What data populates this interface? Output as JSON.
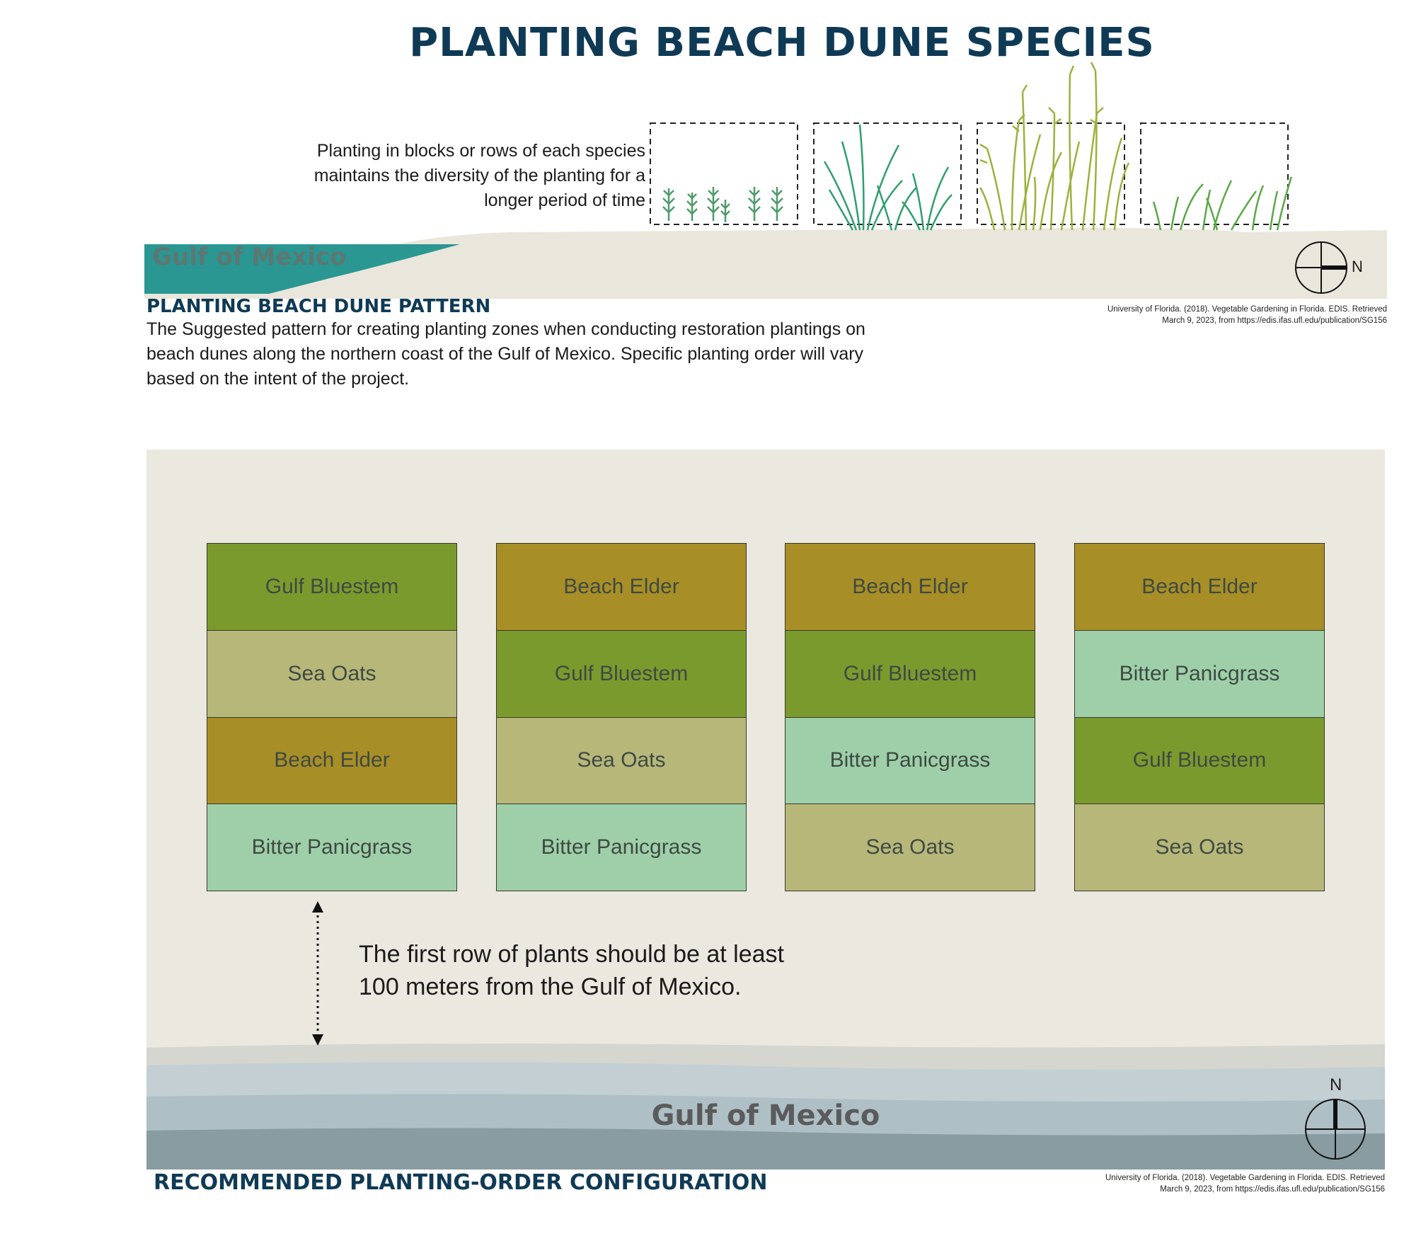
{
  "title": "PLANTING BEACH DUNE SPECIES",
  "profile": {
    "note": "Planting in blocks or rows of each species\nmaintains the diversity of the planting for a\nlonger period of time",
    "water_label": "Gulf of Mexico",
    "compass_label": "N",
    "citation": "University of Florida. (2018). Vegetable Gardening in Florida. EDIS. Retrieved\nMarch 9, 2023, from https://edis.ifas.ufl.edu/publication/SG156",
    "heading": "PLANTING BEACH DUNE PATTERN",
    "description": "The Suggested pattern for creating planting zones when conducting restoration plantings on beach dunes along the northern coast of the Gulf of Mexico. Specific planting order will vary based on the intent of the project."
  },
  "plan": {
    "columns": [
      {
        "cells": [
          {
            "label": "Gulf Bluestem",
            "color": "#7b9a2e"
          },
          {
            "label": "Sea Oats",
            "color": "#b7b77a"
          },
          {
            "label": "Beach Elder",
            "color": "#a88e26"
          },
          {
            "label": "Bitter Panicgrass",
            "color": "#9ecfa9"
          }
        ]
      },
      {
        "cells": [
          {
            "label": "Beach Elder",
            "color": "#a88e26"
          },
          {
            "label": "Gulf Bluestem",
            "color": "#7b9a2e"
          },
          {
            "label": "Sea Oats",
            "color": "#b7b77a"
          },
          {
            "label": "Bitter Panicgrass",
            "color": "#9ecfa9"
          }
        ]
      },
      {
        "cells": [
          {
            "label": "Beach Elder",
            "color": "#a88e26"
          },
          {
            "label": "Gulf Bluestem",
            "color": "#7b9a2e"
          },
          {
            "label": "Bitter Panicgrass",
            "color": "#9ecfa9"
          },
          {
            "label": "Sea Oats",
            "color": "#b7b77a"
          }
        ]
      },
      {
        "cells": [
          {
            "label": "Beach Elder",
            "color": "#a88e26"
          },
          {
            "label": "Bitter Panicgrass",
            "color": "#9ecfa9"
          },
          {
            "label": "Gulf Bluestem",
            "color": "#7b9a2e"
          },
          {
            "label": "Sea Oats",
            "color": "#b7b77a"
          }
        ]
      }
    ],
    "distance_note": "The first row of plants should be at least\n100 meters from the Gulf of Mexico.",
    "water_label": "Gulf of Mexico",
    "compass_label": "N",
    "citation": "University of Florida. (2018). Vegetable Gardening in Florida. EDIS. Retrieved\nMarch 9, 2023, from https://edis.ifas.ufl.edu/publication/SG156",
    "heading": "RECOMMENDED PLANTING-ORDER CONFIGURATION"
  },
  "colors": {
    "title": "#0f3a55",
    "water_teal": "#2a9793",
    "sand": "#ebe8df",
    "gulf_bluestem": "#7b9a2e",
    "sea_oats": "#b7b77a",
    "beach_elder": "#a88e26",
    "bitter_panicgrass": "#9ecfa9"
  }
}
